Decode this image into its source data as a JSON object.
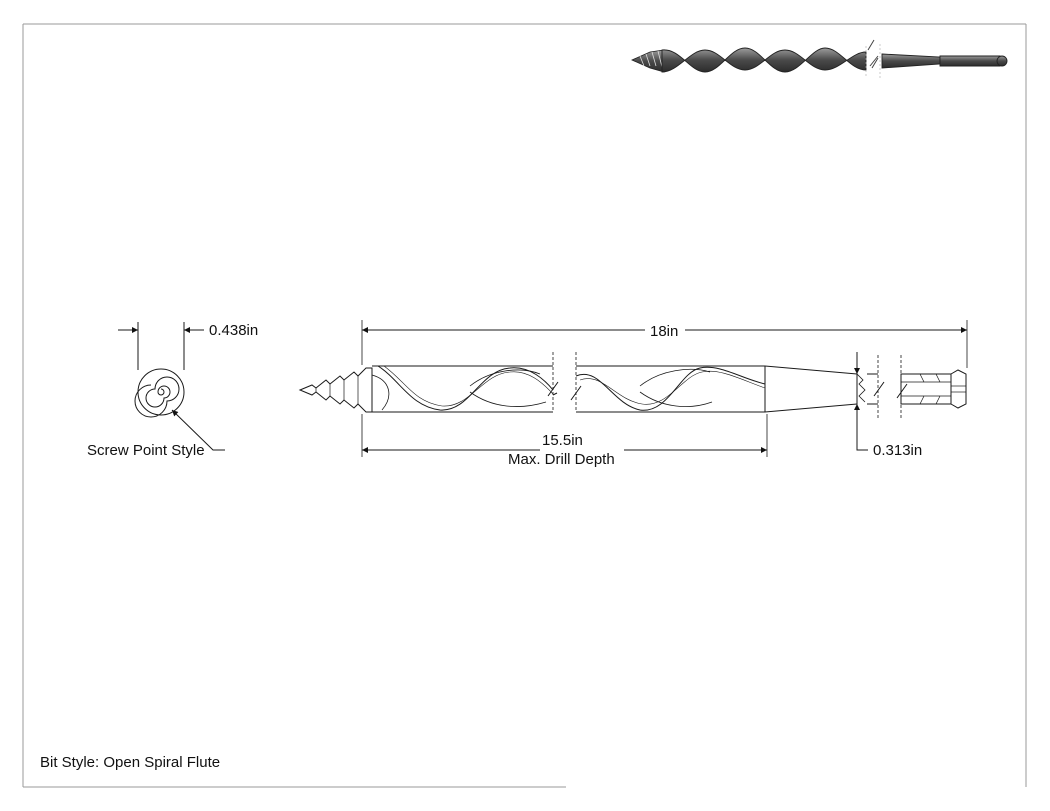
{
  "dimensions": {
    "screw_diameter": "0.438in",
    "overall_length": "18in",
    "drill_depth_value": "15.5in",
    "drill_depth_caption": "Max. Drill Depth",
    "shank_diameter": "0.313in"
  },
  "callouts": {
    "screw_point": "Screw Point Style"
  },
  "footer": {
    "bit_style": "Bit Style: Open Spiral Flute"
  },
  "colors": {
    "line": "#1a1a1a",
    "frame": "#9a9a9a",
    "iso_steel": "#5a5a5a"
  }
}
